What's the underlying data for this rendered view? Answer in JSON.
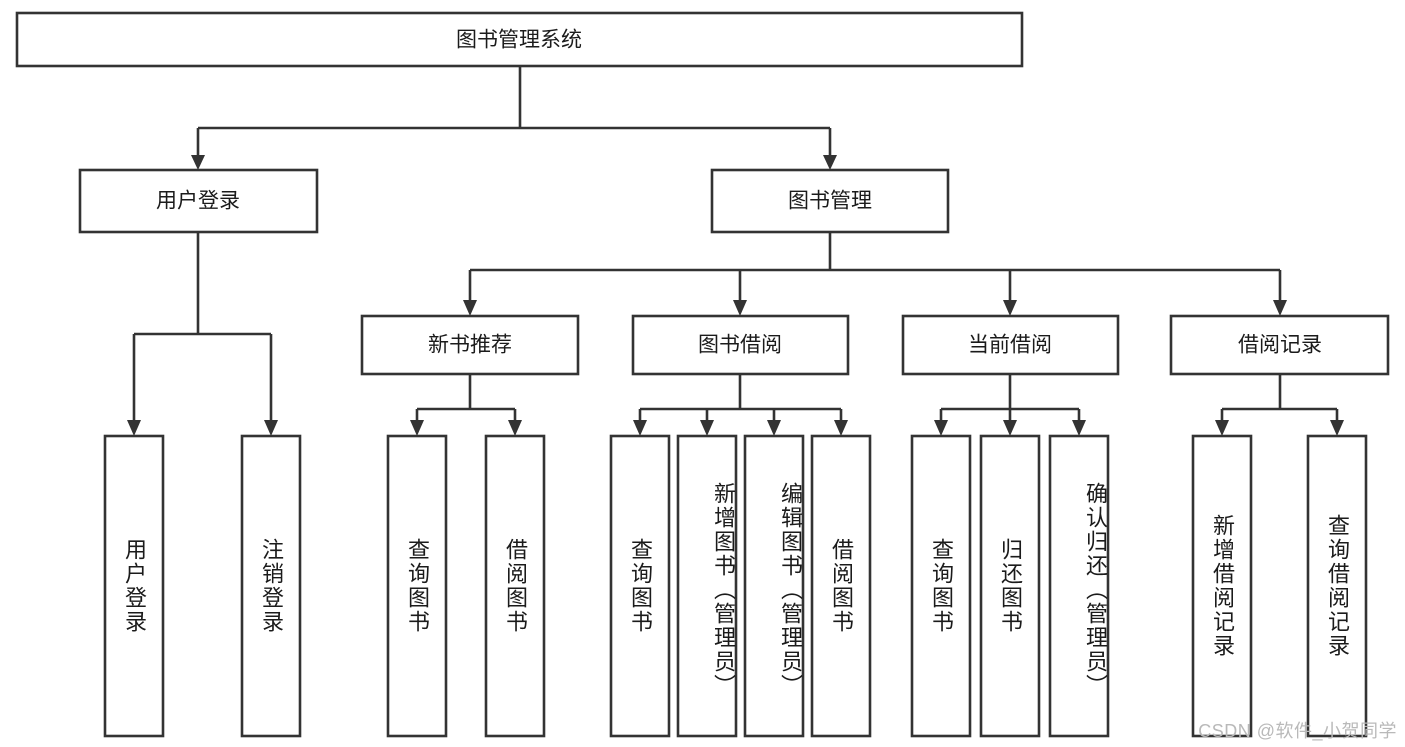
{
  "diagram": {
    "type": "tree",
    "title": "图书管理系统",
    "root": {
      "label": "图书管理系统"
    },
    "level2": [
      {
        "label": "用户登录"
      },
      {
        "label": "图书管理"
      }
    ],
    "level3": [
      {
        "label": "新书推荐"
      },
      {
        "label": "图书借阅"
      },
      {
        "label": "当前借阅"
      },
      {
        "label": "借阅记录"
      }
    ],
    "leaves": {
      "user_login": [
        {
          "label": "用户登录"
        },
        {
          "label": "注销登录"
        }
      ],
      "new_book_recommend": [
        {
          "label": "查询图书"
        },
        {
          "label": "借阅图书"
        }
      ],
      "book_borrow": [
        {
          "label": "查询图书"
        },
        {
          "label": "新增图书（管理员）"
        },
        {
          "label": "编辑图书（管理员）"
        },
        {
          "label": "借阅图书"
        }
      ],
      "current_borrow": [
        {
          "label": "查询图书"
        },
        {
          "label": "归还图书"
        },
        {
          "label": "确认归还（管理员）"
        }
      ],
      "borrow_record": [
        {
          "label": "新增借阅记录"
        },
        {
          "label": "查询借阅记录"
        }
      ]
    }
  },
  "watermark": {
    "text": "CSDN @软件_小贺同学"
  },
  "colors": {
    "stroke": "#333333",
    "box_fill": "#ffffff",
    "text": "#1b1b1b",
    "watermark": "#b9b9b9",
    "background": "#ffffff"
  }
}
